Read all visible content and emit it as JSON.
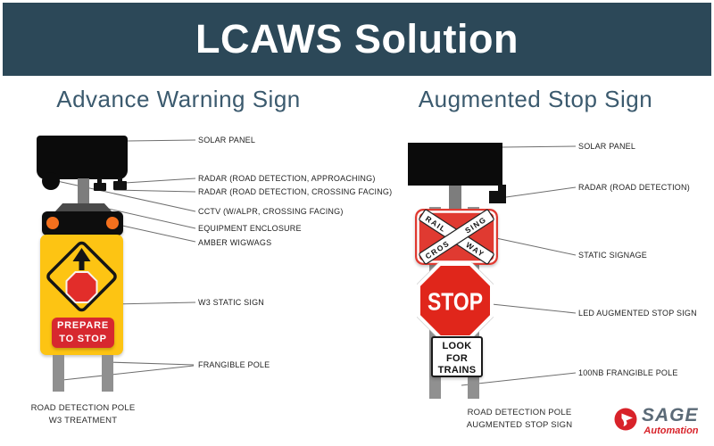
{
  "banner": {
    "title": "LCAWS Solution",
    "bg": "#2c4858"
  },
  "left": {
    "heading": "Advance Warning Sign",
    "labels": [
      "SOLAR PANEL",
      "RADAR (ROAD DETECTION, APPROACHING)",
      "RADAR (ROAD DETECTION, CROSSING FACING)",
      "CCTV (W/ALPR, CROSSING FACING)",
      "EQUIPMENT ENCLOSURE",
      "AMBER WIGWAGS",
      "W3 STATIC SIGN",
      "FRANGIBLE POLE"
    ],
    "sign": {
      "prepare_line1": "PREPARE",
      "prepare_line2": "TO STOP"
    },
    "caption_line1": "ROAD DETECTION POLE",
    "caption_line2": "W3 TREATMENT"
  },
  "right": {
    "heading": "Augmented Stop Sign",
    "labels": [
      "SOLAR PANEL",
      "RADAR (ROAD DETECTION)",
      "STATIC SIGNAGE",
      "LED AUGMENTED STOP SIGN",
      "100NB FRANGIBLE POLE"
    ],
    "crossbuck": {
      "rail": "RAIL",
      "way": "WAY",
      "cros": "CROS",
      "sing": "SING"
    },
    "stop_text": "STOP",
    "look_lines": [
      "LOOK",
      "FOR",
      "TRAINS"
    ],
    "caption_line1": "ROAD DETECTION POLE",
    "caption_line2": "AUGMENTED STOP SIGN"
  },
  "logo": {
    "name": "SAGE",
    "sub": "Automation"
  },
  "colors": {
    "banner_bg": "#2c4858",
    "heading": "#3b5a6e",
    "sign_yellow": "#fdc413",
    "sign_red": "#d7282f",
    "stop_red": "#e0261b",
    "crossbuck_red": "#e03a31",
    "wigwag_orange": "#f4701d",
    "pole_gray": "#909090",
    "logo_red": "#d8232a",
    "logo_gray": "#5b6a77"
  }
}
